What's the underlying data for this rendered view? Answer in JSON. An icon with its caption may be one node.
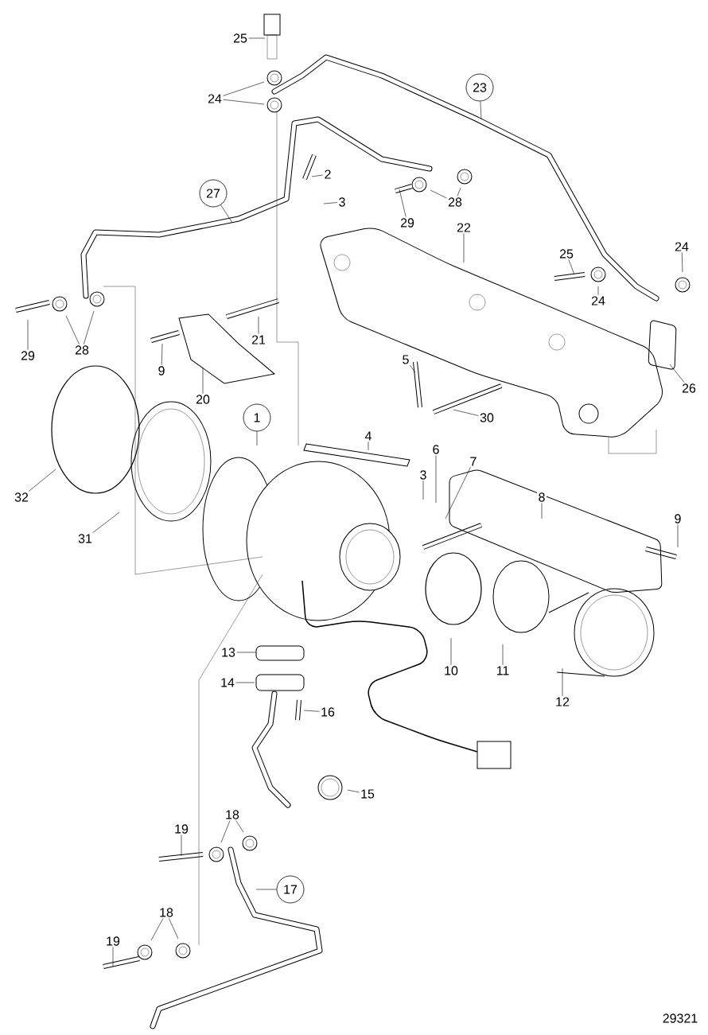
{
  "diagram": {
    "nodes": [
      {
        "text": [
          "25"
        ]
      },
      {
        "text": [
          "24"
        ]
      },
      {
        "text": [
          "23"
        ]
      },
      {
        "text": [
          "2"
        ]
      },
      {
        "text": [
          "3"
        ]
      },
      {
        "text": [
          "28"
        ]
      },
      {
        "text": [
          "29"
        ]
      },
      {
        "text": [
          "27"
        ]
      },
      {
        "text": [
          "22"
        ]
      },
      {
        "text": [
          "25"
        ]
      },
      {
        "text": [
          "24"
        ]
      },
      {
        "text": [
          "24"
        ]
      },
      {
        "text": [
          "29"
        ]
      },
      {
        "text": [
          "28"
        ]
      },
      {
        "text": [
          "9"
        ]
      },
      {
        "text": [
          "21"
        ]
      },
      {
        "text": [
          "20"
        ]
      },
      {
        "text": [
          "5"
        ]
      },
      {
        "text": [
          "30"
        ]
      },
      {
        "text": [
          "26"
        ]
      },
      {
        "text": [
          "1"
        ]
      },
      {
        "text": [
          "4"
        ]
      },
      {
        "text": [
          "32"
        ]
      },
      {
        "text": [
          "6"
        ]
      },
      {
        "text": [
          "3"
        ]
      },
      {
        "text": [
          "7"
        ]
      },
      {
        "text": [
          "8"
        ]
      },
      {
        "text": [
          "9"
        ]
      },
      {
        "text": [
          "31"
        ]
      },
      {
        "text": [
          "13"
        ]
      },
      {
        "text": [
          "10"
        ]
      },
      {
        "text": [
          "11"
        ]
      },
      {
        "text": [
          "12"
        ]
      },
      {
        "text": [
          "14"
        ]
      },
      {
        "text": [
          "16"
        ]
      },
      {
        "text": [
          "15"
        ]
      },
      {
        "text": [
          "18"
        ]
      },
      {
        "text": [
          "19"
        ]
      },
      {
        "text": [
          "17"
        ]
      },
      {
        "text": [
          "18"
        ]
      },
      {
        "text": [
          "19"
        ]
      }
    ],
    "edges": [
      {
        "from": 0,
        "to": null,
        "arrow": "none"
      },
      {
        "from": 1,
        "to": null,
        "arrow": "none"
      },
      {
        "from": 1,
        "to": null,
        "arrow": "none"
      },
      {
        "from": 2,
        "to": null,
        "arrow": "none"
      },
      {
        "from": 3,
        "to": null,
        "arrow": "none"
      },
      {
        "from": 4,
        "to": null,
        "arrow": "none"
      },
      {
        "from": 5,
        "to": null,
        "arrow": "none"
      },
      {
        "from": 5,
        "to": null,
        "arrow": "none"
      },
      {
        "from": 6,
        "to": null,
        "arrow": "none"
      },
      {
        "from": 7,
        "to": null,
        "arrow": "none"
      },
      {
        "from": 8,
        "to": null,
        "arrow": "none"
      },
      {
        "from": 9,
        "to": null,
        "arrow": "none"
      },
      {
        "from": 10,
        "to": null,
        "arrow": "none"
      },
      {
        "from": 11,
        "to": null,
        "arrow": "none"
      },
      {
        "from": 12,
        "to": null,
        "arrow": "none"
      },
      {
        "from": 13,
        "to": null,
        "arrow": "none"
      },
      {
        "from": 13,
        "to": null,
        "arrow": "none"
      },
      {
        "from": 14,
        "to": null,
        "arrow": "none"
      },
      {
        "from": 15,
        "to": null,
        "arrow": "none"
      },
      {
        "from": 16,
        "to": null,
        "arrow": "none"
      },
      {
        "from": 17,
        "to": null,
        "arrow": "none"
      },
      {
        "from": 18,
        "to": null,
        "arrow": "none"
      },
      {
        "from": 19,
        "to": null,
        "arrow": "none"
      },
      {
        "from": 20,
        "to": null,
        "arrow": "none"
      },
      {
        "from": 21,
        "to": null,
        "arrow": "none"
      },
      {
        "from": 22,
        "to": null,
        "arrow": "none"
      },
      {
        "from": 23,
        "to": null,
        "arrow": "none"
      },
      {
        "from": 24,
        "to": null,
        "arrow": "none"
      },
      {
        "from": 25,
        "to": null,
        "arrow": "none"
      },
      {
        "from": 26,
        "to": null,
        "arrow": "none"
      },
      {
        "from": 27,
        "to": null,
        "arrow": "none"
      },
      {
        "from": 28,
        "to": null,
        "arrow": "none"
      },
      {
        "from": 29,
        "to": null,
        "arrow": "none"
      },
      {
        "from": 30,
        "to": null,
        "arrow": "none"
      },
      {
        "from": 31,
        "to": null,
        "arrow": "none"
      },
      {
        "from": 32,
        "to": null,
        "arrow": "none"
      },
      {
        "from": 33,
        "to": null,
        "arrow": "none"
      },
      {
        "from": 34,
        "to": null,
        "arrow": "none"
      },
      {
        "from": 35,
        "to": null,
        "arrow": "none"
      },
      {
        "from": 36,
        "to": null,
        "arrow": "none"
      },
      {
        "from": 36,
        "to": null,
        "arrow": "none"
      },
      {
        "from": 37,
        "to": null,
        "arrow": "none"
      },
      {
        "from": 38,
        "to": null,
        "arrow": "none"
      },
      {
        "from": 39,
        "to": null,
        "arrow": "none"
      },
      {
        "from": 39,
        "to": null,
        "arrow": "none"
      },
      {
        "from": 40,
        "to": null,
        "arrow": "none"
      }
    ],
    "labels": [
      "29321"
    ]
  }
}
